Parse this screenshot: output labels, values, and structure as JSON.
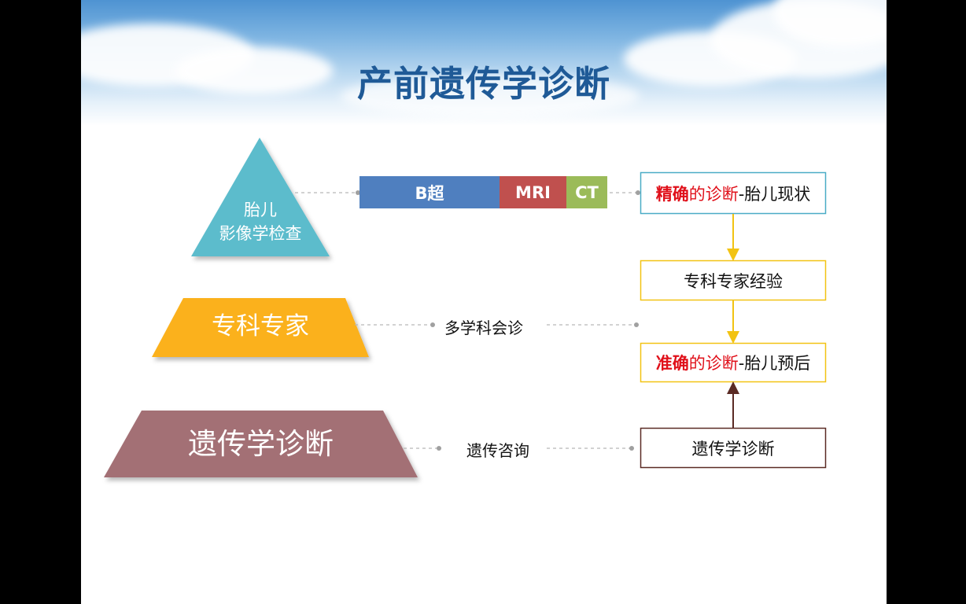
{
  "title": "产前遗传学诊断",
  "pyramid": {
    "top": {
      "line1": "胎儿",
      "line2": "影像学检查",
      "color": "#5bbccc"
    },
    "middle": {
      "label": "专科专家",
      "color": "#fbb11c"
    },
    "bottom": {
      "label": "遗传学诊断",
      "color": "#a36f74"
    }
  },
  "imaging_bar": [
    {
      "label": "B超",
      "color": "#4f7fbf"
    },
    {
      "label": "MRI",
      "color": "#c0504e"
    },
    {
      "label": "CT",
      "color": "#9bbb59"
    }
  ],
  "connectors": {
    "middle": "多学科会诊",
    "bottom": "遗传咨询"
  },
  "boxes": {
    "precise": {
      "bold": "精确",
      "red": "的诊断",
      "rest": "-胎儿现状",
      "border": "#4aacc6"
    },
    "expert": {
      "label": "专科专家经验",
      "border": "#f2c313"
    },
    "accurate": {
      "bold": "准确",
      "red": "的诊断",
      "rest": "-胎儿预后",
      "border": "#f2c313"
    },
    "genetic": {
      "label": "遗传学诊断",
      "border": "#5a2a24"
    }
  },
  "colors": {
    "title": "#1f5a97",
    "highlight": "#e0101a",
    "arrow_yellow": "#f2c313",
    "arrow_dark": "#5a2a24"
  }
}
